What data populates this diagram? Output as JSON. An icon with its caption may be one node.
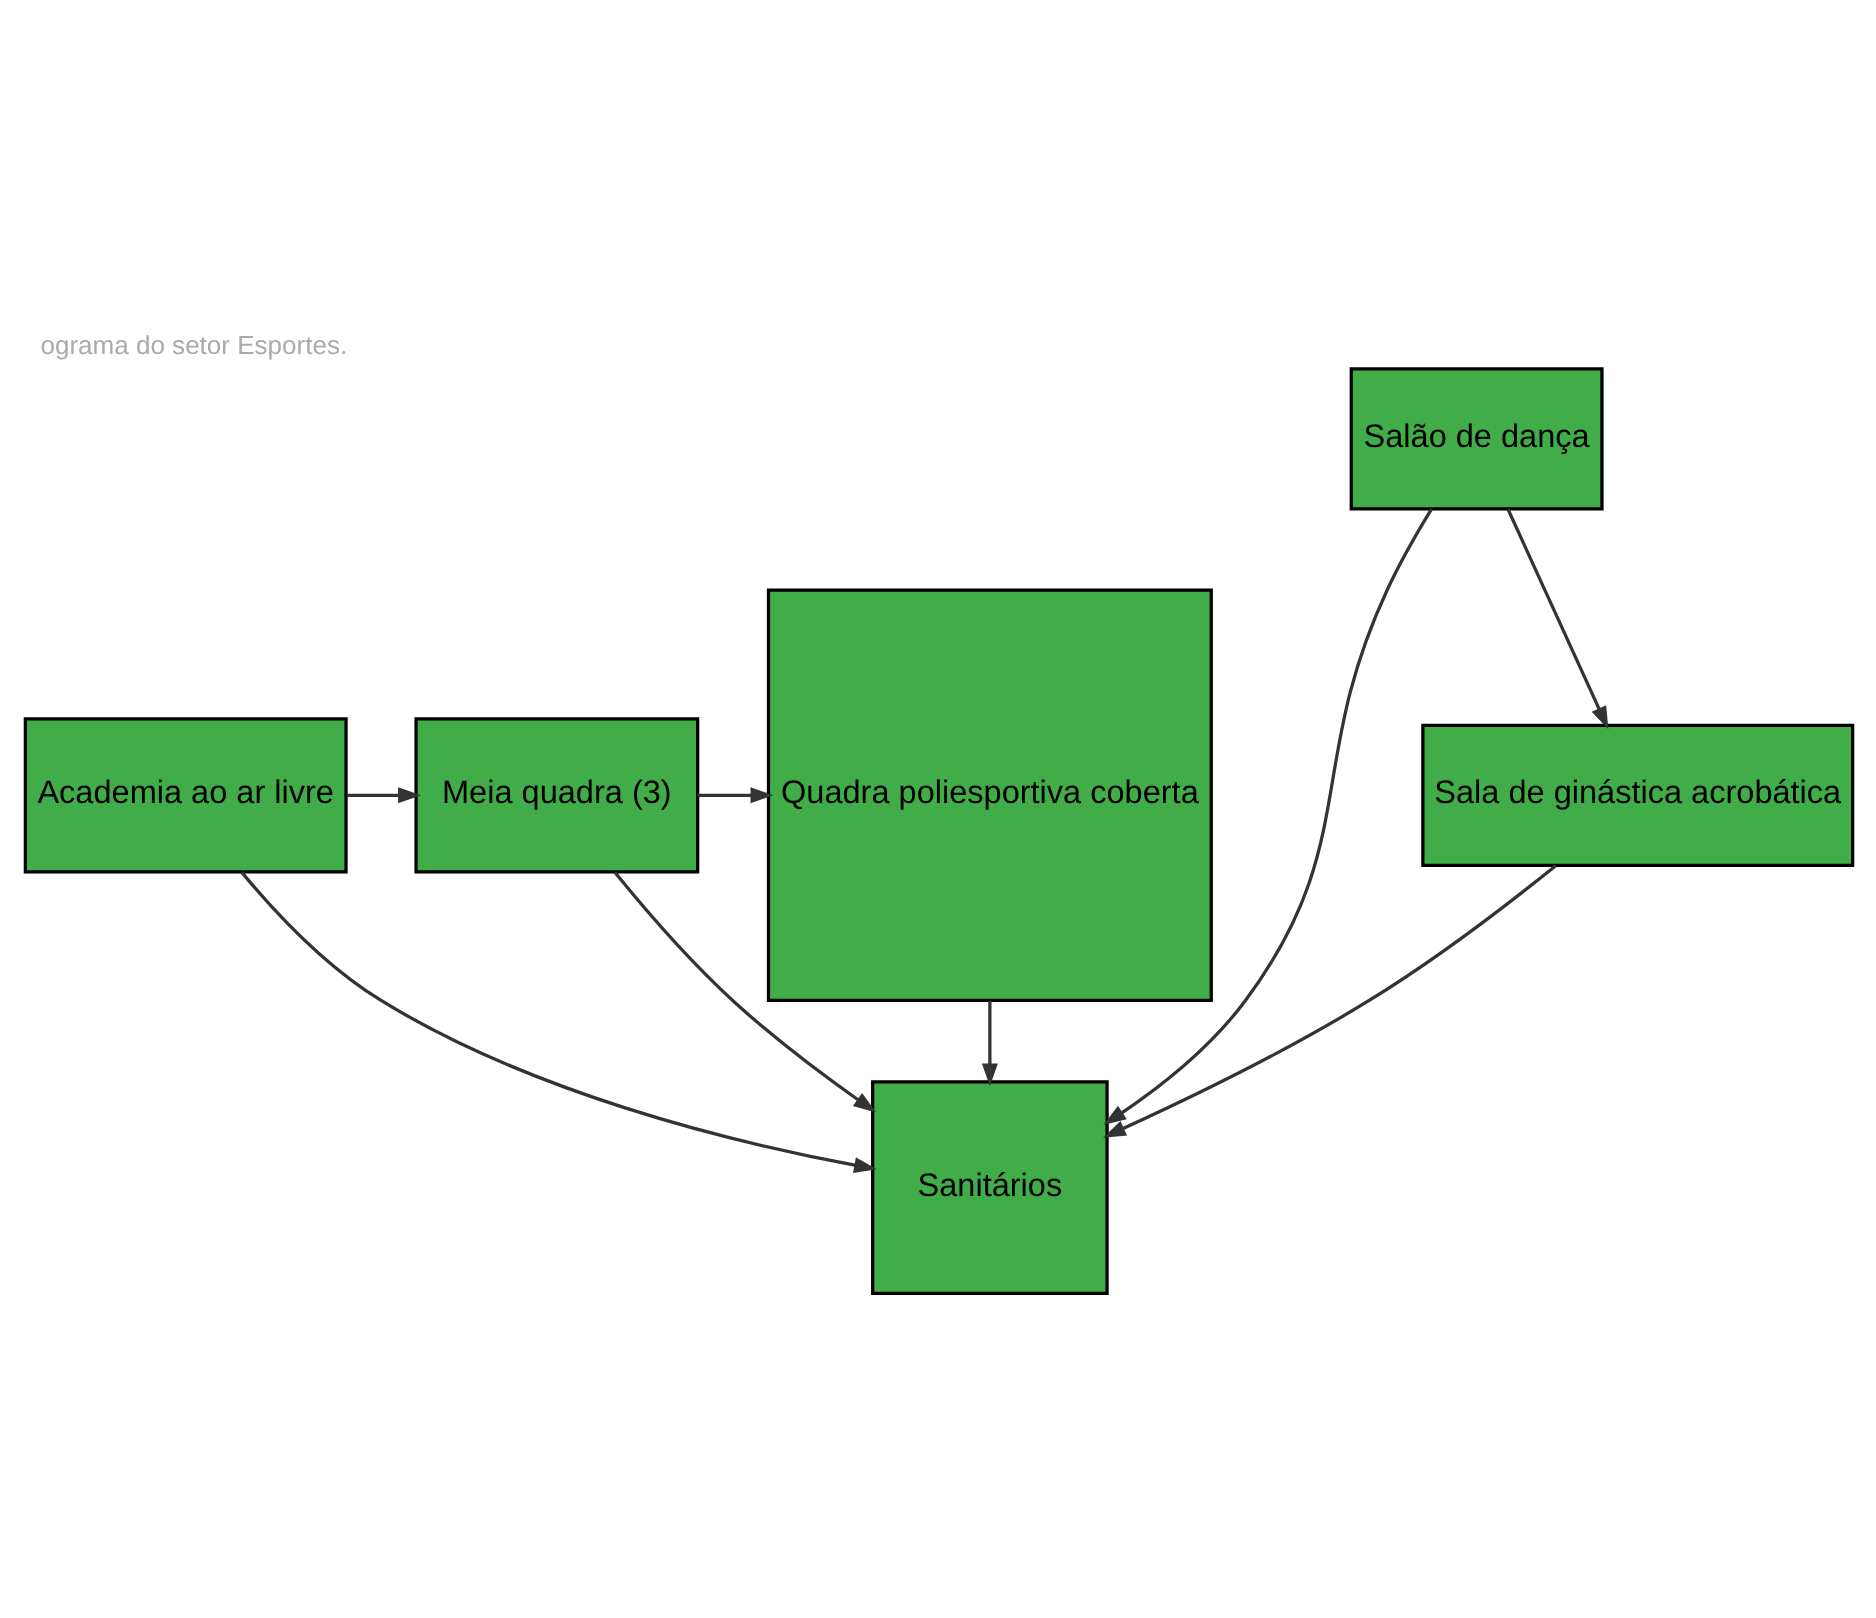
{
  "diagram": {
    "title": "ograma do setor Esportes.",
    "nodes": [
      {
        "text": [
          "Academia ao ar livre"
        ]
      },
      {
        "text": [
          "Meia quadra (3)"
        ]
      },
      {
        "text": [
          "Quadra poliesportiva coberta"
        ]
      },
      {
        "text": [
          "Salão de dança"
        ]
      },
      {
        "text": [
          "Sanitários"
        ]
      },
      {
        "text": [
          "Sala de ginástica acrobática"
        ]
      }
    ],
    "edges": [
      {
        "from": 0,
        "to": 1,
        "arrow": "to"
      },
      {
        "from": 1,
        "to": 2,
        "arrow": "to"
      },
      {
        "from": 0,
        "to": 4,
        "arrow": "to"
      },
      {
        "from": 1,
        "to": 4,
        "arrow": "to"
      },
      {
        "from": 3,
        "to": 4,
        "arrow": "to"
      },
      {
        "from": 3,
        "to": 5,
        "arrow": "to"
      },
      {
        "from": 2,
        "to": 4,
        "arrow": "to"
      },
      {
        "from": 5,
        "to": 4,
        "arrow": "to"
      }
    ]
  }
}
